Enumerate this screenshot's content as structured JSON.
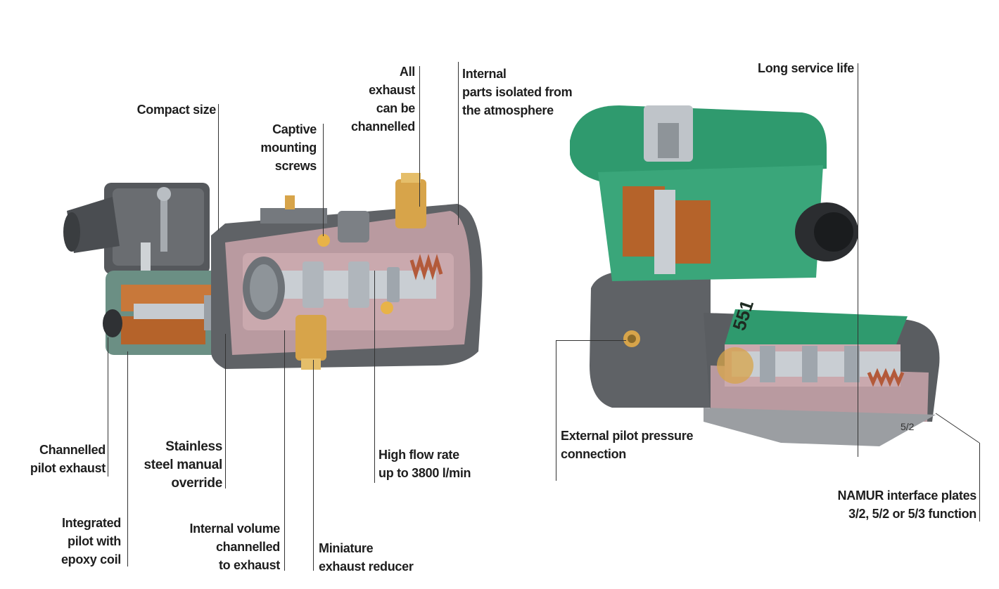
{
  "labels": {
    "compact_size": "Compact size",
    "captive": [
      "Captive",
      "mounting",
      "screws"
    ],
    "all_exhaust": [
      "All",
      "exhaust",
      "can be",
      "channelled"
    ],
    "internal_parts": [
      "Internal",
      "parts isolated from",
      "the atmosphere"
    ],
    "long_service": "Long service life",
    "channelled_pilot": [
      "Channelled",
      "pilot exhaust"
    ],
    "stainless": [
      "Stainless",
      "steel manual",
      "override"
    ],
    "high_flow": [
      "High flow rate",
      "up to 3800 l/min"
    ],
    "integrated": [
      "Integrated",
      "pilot with",
      "epoxy coil"
    ],
    "internal_volume": [
      "Internal volume",
      "channelled",
      "to exhaust"
    ],
    "miniature": [
      "Miniature",
      "exhaust reducer"
    ],
    "external_pilot": [
      "External pilot pressure",
      "connection"
    ],
    "namur": [
      "NAMUR interface plates",
      "3/2, 5/2 or 5/3 function"
    ],
    "valve_marking_number": "551",
    "valve_marking_function": "5/2"
  },
  "colors": {
    "body_grey": "#5f6266",
    "body_dark": "#3c3f43",
    "cutaway_pink": "#b99aa0",
    "brass": "#d7a44a",
    "copper_coil": "#b5632a",
    "green_housing": "#2f9a6e",
    "steel": "#c9ced3"
  }
}
